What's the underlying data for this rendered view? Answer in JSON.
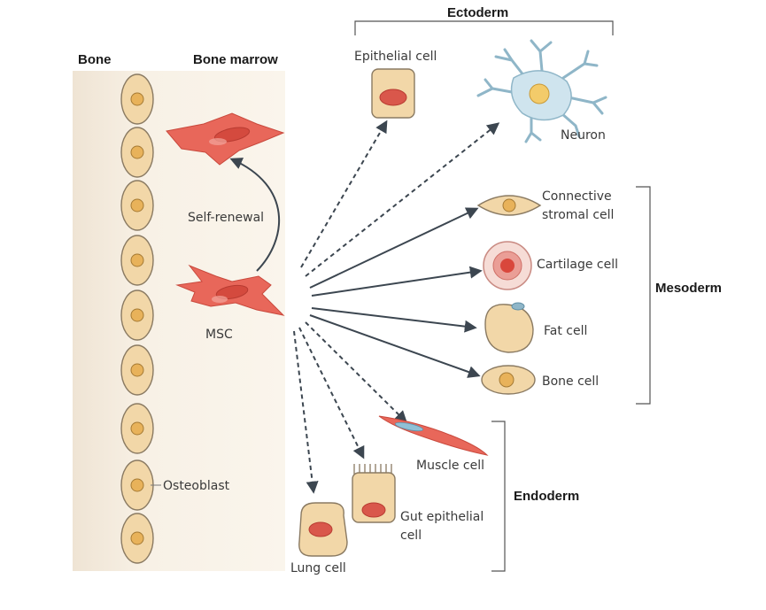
{
  "headers": {
    "bone": "Bone",
    "bone_marrow": "Bone marrow",
    "ectoderm": "Ectoderm",
    "mesoderm": "Mesoderm",
    "endoderm": "Endoderm"
  },
  "labels": {
    "self_renewal": "Self-renewal",
    "msc": "MSC",
    "osteoblast": "Osteoblast",
    "epithelial_cell": "Epithelial cell",
    "neuron": "Neuron",
    "connective_line1": "Connective",
    "connective_line2": "stromal cell",
    "cartilage_cell": "Cartilage cell",
    "fat_cell": "Fat cell",
    "bone_cell": "Bone cell",
    "muscle_cell": "Muscle cell",
    "gut_line1": "Gut epithelial",
    "gut_line2": "cell",
    "lung_cell": "Lung cell"
  },
  "colors": {
    "cell_fill": "#f2d7a8",
    "nucleus_fill": "#e8b25a",
    "msc_fill": "#e8675a",
    "marrow_bg": "#f7eee0",
    "arrow": "#3c4650"
  }
}
